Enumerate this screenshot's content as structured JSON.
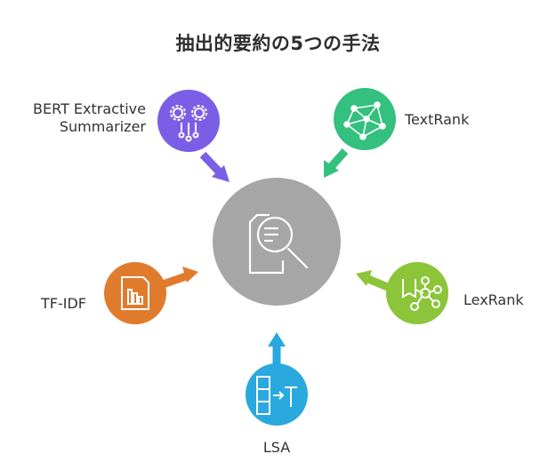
{
  "title": "抽出的要約の5つの手法",
  "center": {
    "icon": "document-search-icon"
  },
  "methods": [
    {
      "id": "bert",
      "label_lines": [
        "BERT Extractive",
        "Summarizer"
      ],
      "color": "#7b5ee6",
      "icon": "gears-nodes-icon"
    },
    {
      "id": "textrank",
      "label_lines": [
        "TextRank"
      ],
      "color": "#34c07e",
      "icon": "network-graph-icon"
    },
    {
      "id": "tfidf",
      "label_lines": [
        "TF-IDF"
      ],
      "color": "#e07b2e",
      "icon": "bar-chart-document-icon"
    },
    {
      "id": "lexrank",
      "label_lines": [
        "LexRank"
      ],
      "color": "#8cc43a",
      "icon": "book-network-icon"
    },
    {
      "id": "lsa",
      "label_lines": [
        "LSA"
      ],
      "color": "#29a9de",
      "icon": "matrix-arrow-t-icon"
    }
  ],
  "colors": {
    "center": "#a6a6a6",
    "center_line": "#ffffff",
    "text": "#333333"
  }
}
